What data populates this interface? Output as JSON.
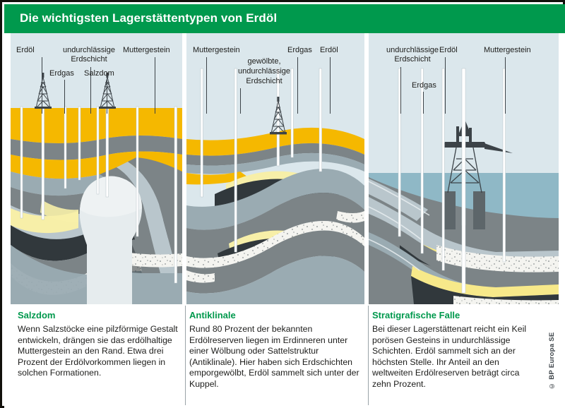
{
  "header": {
    "title": "Die wichtigsten Lagerstättentypen von Erdöl",
    "bg_color": "#00994d",
    "text_color": "#ffffff"
  },
  "colors": {
    "accent_green": "#00994d",
    "sky": "#dbe7ec",
    "water": "#8fb8c6",
    "oil_yellow": "#f5b800",
    "gas_pale_yellow": "#f7efa8",
    "rock_dark": "#31383c",
    "rock_mid_gray": "#7c8487",
    "rock_light_gray": "#9aabb2",
    "rock_pale": "#b9c6cc",
    "sand_speckle": "#f2f2ee",
    "frame": "#12100b"
  },
  "panels": [
    {
      "id": "salzdom",
      "rig_type": "land-derrick",
      "labels": [
        {
          "text": "Erdöl",
          "align": "left"
        },
        {
          "text": "undurchlässige Erdschicht",
          "align": "center"
        },
        {
          "text": "Muttergestein",
          "align": "left"
        },
        {
          "text": "Erdgas",
          "align": "left"
        },
        {
          "text": "Salzdom",
          "align": "left"
        }
      ]
    },
    {
      "id": "antiklinale",
      "rig_type": "land-derrick",
      "labels": [
        {
          "text": "Muttergestein",
          "align": "left"
        },
        {
          "text": "gewölbte, undurchlässige Erdschicht",
          "align": "center"
        },
        {
          "text": "Erdgas",
          "align": "left"
        },
        {
          "text": "Erdöl",
          "align": "left"
        }
      ]
    },
    {
      "id": "stratigrafische-falle",
      "rig_type": "offshore-platform",
      "labels": [
        {
          "text": "undurchlässige Erdschicht",
          "align": "center"
        },
        {
          "text": "Erdöl",
          "align": "left"
        },
        {
          "text": "Muttergestein",
          "align": "left"
        },
        {
          "text": "Erdgas",
          "align": "left"
        }
      ]
    }
  ],
  "captions": [
    {
      "heading": "Salzdom",
      "body": "Wenn Salzstöcke eine pilzförmige Gestalt entwickeln, drängen sie das erdölhaltige Muttergestein an den Rand. Etwa drei Prozent der Erdölvorkommen liegen in solchen Formationen."
    },
    {
      "heading": "Antiklinale",
      "body": "Rund 80 Prozent der bekannten Erdölreserven liegen im Erdinneren unter einer Wölbung oder Sattelstruktur (Antiklinale). Hier haben sich Erdschichten emporgewölbt, Erdöl sammelt sich unter der Kuppel."
    },
    {
      "heading": "Stratigrafische Falle",
      "body": "Bei dieser Lagerstättenart reicht ein Keil porösen Gesteins in undurchlässige Schichten. Erdöl sammelt sich an der höchsten Stelle. Ihr Anteil an den weltweiten Erdölreserven beträgt circa zehn Prozent."
    }
  ],
  "copyright": "© BP Europa SE"
}
